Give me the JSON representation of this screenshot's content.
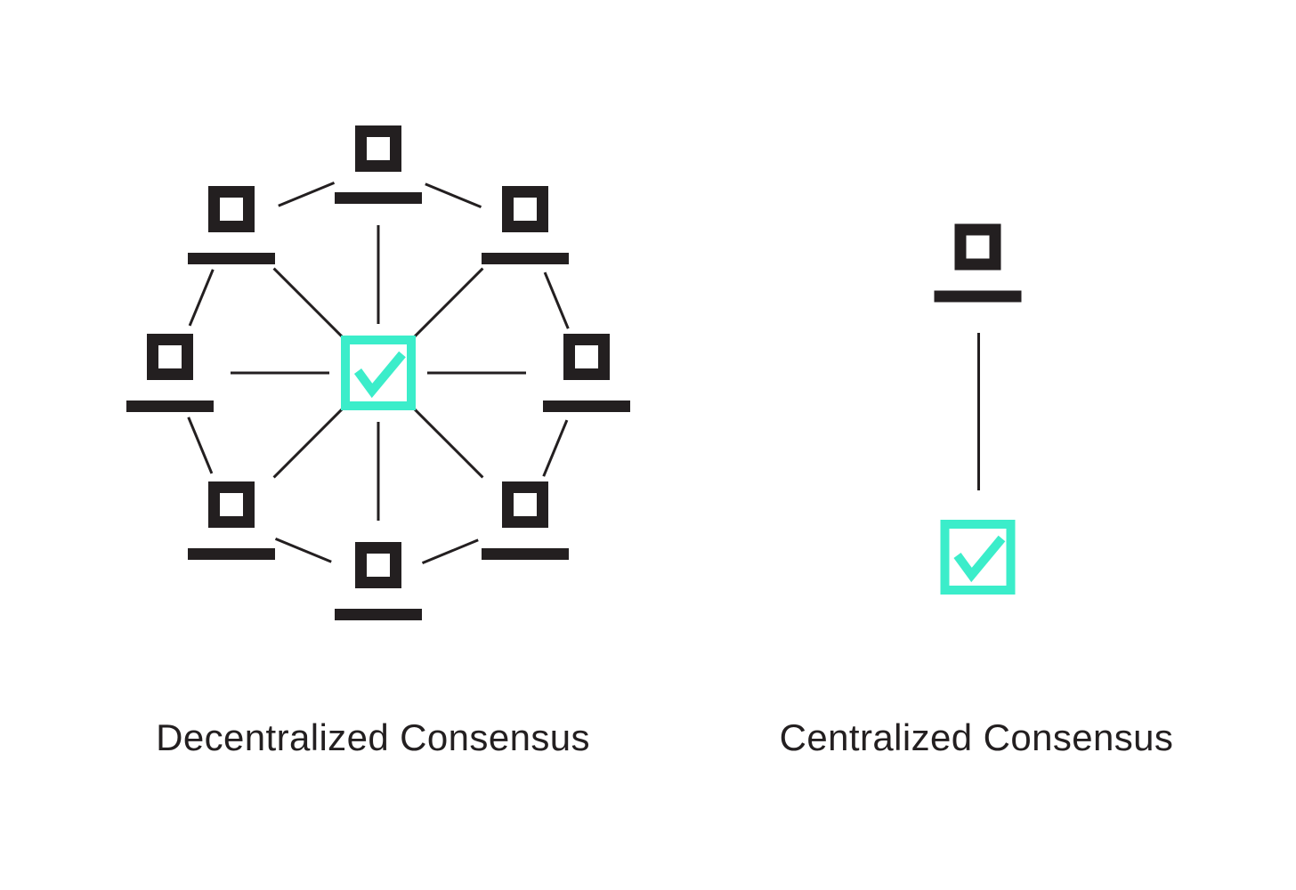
{
  "colors": {
    "ink": "#231f20",
    "accent": "#3bedca",
    "background": "#ffffff"
  },
  "icons": {
    "network_node": "computer-icon",
    "consensus": "checkbox-checkmark-icon"
  },
  "diagrams": {
    "decentralized": {
      "label": "Decentralized Consensus",
      "computer_node_count": 8,
      "checkbox_count": 1
    },
    "centralized": {
      "label": "Centralized Consensus",
      "computer_node_count": 1,
      "checkbox_count": 1
    }
  }
}
